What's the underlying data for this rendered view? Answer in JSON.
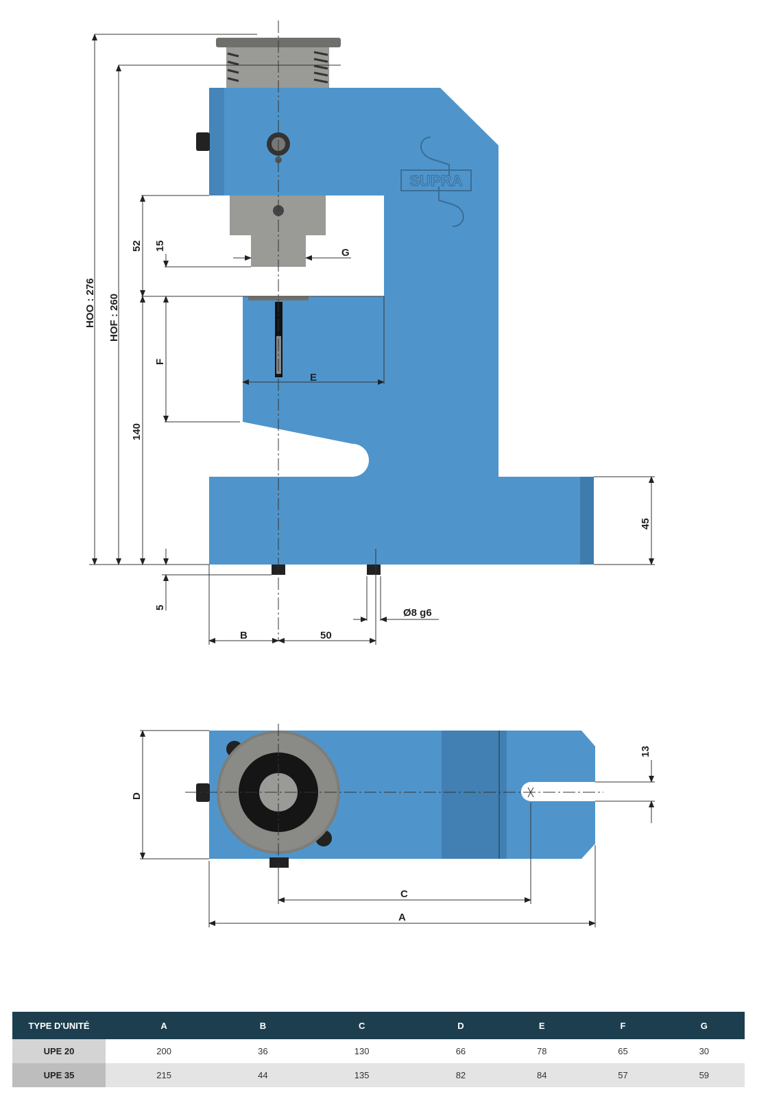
{
  "brand": "SUPRA",
  "colors": {
    "body": "#4f95cc",
    "header": "#1d3e4f",
    "steel": "#9a9a96"
  },
  "dimensions": {
    "hoo": "HOO : 276",
    "hof": "HOF : 260",
    "d52": "52",
    "d15": "15",
    "g": "G",
    "f": "F",
    "e": "E",
    "d140": "140",
    "d45": "45",
    "d5": "5",
    "b": "B",
    "d50": "50",
    "pin": "Ø8 g6",
    "d": "D",
    "d13": "13",
    "c": "C",
    "a": "A"
  },
  "table": {
    "headers": [
      "TYPE D'UNITÉ",
      "A",
      "B",
      "C",
      "D",
      "E",
      "F",
      "G"
    ],
    "rows": [
      [
        "UPE 20",
        "200",
        "36",
        "130",
        "66",
        "78",
        "65",
        "30"
      ],
      [
        "UPE 35",
        "215",
        "44",
        "135",
        "82",
        "84",
        "57",
        "59"
      ]
    ]
  }
}
